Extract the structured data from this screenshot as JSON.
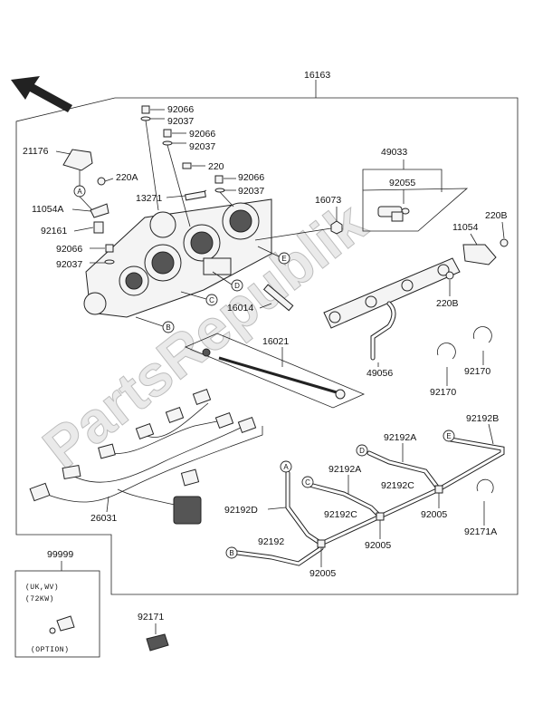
{
  "watermark": "PartsRepublik",
  "labels": {
    "assembly": "16163",
    "l92066a": "92066",
    "l92037a": "92037",
    "l92066b": "92066",
    "l92037b": "92037",
    "l21176": "21176",
    "l220A": "220A",
    "l220": "220",
    "l92066c": "92066",
    "l92037c": "92037",
    "l49033": "49033",
    "l92055": "92055",
    "l11054A": "11054A",
    "l13271": "13271",
    "l16073": "16073",
    "l220B_top": "220B",
    "l92161": "92161",
    "l11054": "11054",
    "l92066d": "92066",
    "l92037d": "92037",
    "l16014": "16014",
    "l220B_bot": "220B",
    "l49056": "49056",
    "l16021": "16021",
    "l92170a": "92170",
    "l92170b": "92170",
    "l92192B": "92192B",
    "l92192A_1": "92192A",
    "l92192A_2": "92192A",
    "l92192C_1": "92192C",
    "l92192C_2": "92192C",
    "l92192D": "92192D",
    "l92192": "92192",
    "l92005a": "92005",
    "l92005b": "92005",
    "l92005c": "92005",
    "l92171A": "92171A",
    "l26031": "26031",
    "l99999": "99999",
    "l92171": "92171"
  },
  "callouts": {
    "A": "A",
    "B": "B",
    "C": "C",
    "D": "D",
    "E": "E"
  },
  "option_box": {
    "line1": "(UK,WV)",
    "line2": "(72KW)",
    "line3": "(OPTION)"
  }
}
